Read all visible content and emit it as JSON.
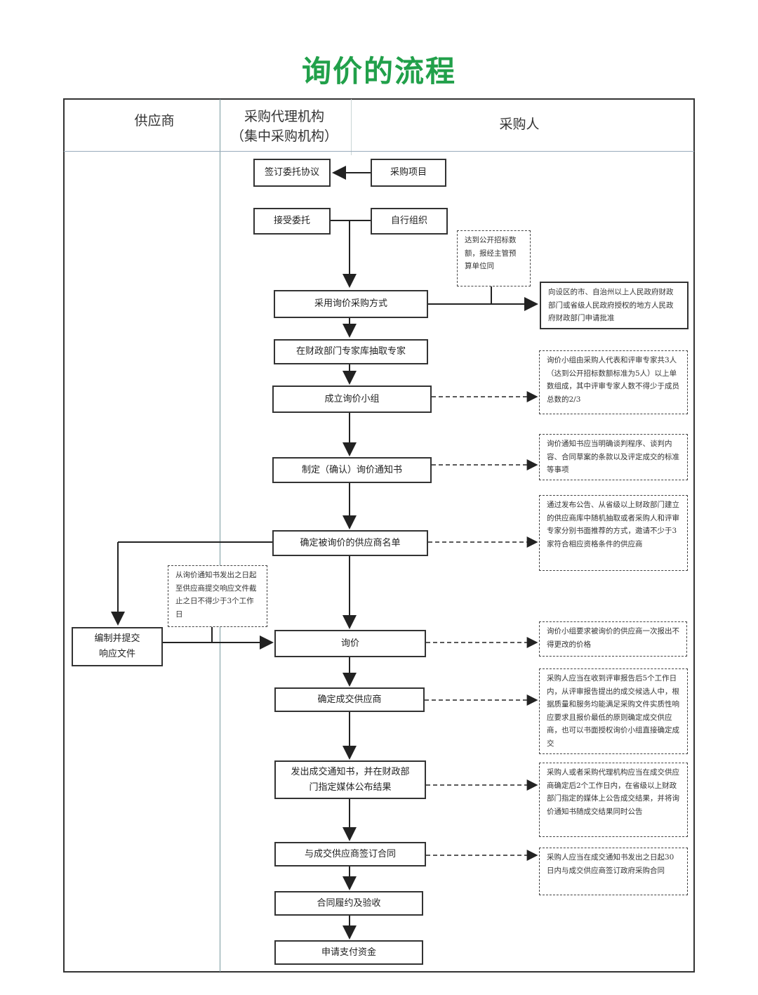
{
  "title": "询价的流程",
  "lanes": {
    "supplier": "供应商",
    "agency_line1": "采购代理机构",
    "agency_line2": "（集中采购机构）",
    "purchaser": "采购人"
  },
  "boxes": {
    "sign_agreement": "签订委托协议",
    "purchase_project": "采购项目",
    "accept_commission": "接受委托",
    "self_organize": "自行组织",
    "adopt_inquiry": "采用询价采购方式",
    "draw_experts": "在财政部门专家库抽取专家",
    "form_panel": "成立询价小组",
    "make_notice": "制定（确认）询价通知书",
    "supplier_list": "确定被询价的供应商名单",
    "prepare_docs_line1": "编制并提交",
    "prepare_docs_line2": "响应文件",
    "inquiry": "询价",
    "determine_winner": "确定成交供应商",
    "issue_notice_line1": "发出成交通知书，并在财政部",
    "issue_notice_line2": "门指定媒体公布结果",
    "sign_contract": "与成交供应商签订合同",
    "acceptance": "合同履约及验收",
    "apply_payment": "申请支付资金"
  },
  "notes": {
    "threshold": "达到公开招标数额，报经主管预算单位同",
    "approval": "向设区的市、自治州以上人民政府财政部门或省级人民政府授权的地方人民政府财政部门申请批准",
    "panel_rule": "询价小组由采购人代表和评审专家共3人（达到公开招标数额标准为5人）以上单数组成，其中评审专家人数不得少于成员总数的2/3",
    "notice_rule": "询价通知书应当明确谈判程序、谈判内容、合同草案的条款以及评定成交的标准等事项",
    "supplier_rule": "通过发布公告、从省级以上财政部门建立的供应商库中随机抽取或者采购人和评审专家分别书面推荐的方式，邀请不少于3家符合相应资格条件的供应商",
    "deadline_rule": "从询价通知书发出之日起至供应商提交响应文件截止之日不得少于3个工作日",
    "quote_rule": "询价小组要求被询价的供应商一次报出不得更改的价格",
    "winner_rule": "采购人应当在收到评审报告后5个工作日内，从评审报告提出的成交候选人中，根据质量和服务均能满足采购文件实质性响应要求且报价最低的原则确定成交供应商，也可以书面授权询价小组直接确定成交",
    "publish_rule": "采购人或者采购代理机构应当在成交供应商确定后2个工作日内，在省级以上财政部门指定的媒体上公告成交结果，并将询价通知书随成交结果同时公告",
    "contract_rule": "采购人应当在成交通知书发出之日起30日内与成交供应商签订政府采购合同"
  },
  "colors": {
    "title": "#21a04a",
    "line": "#333333",
    "lane_divider": "#7a9a9e"
  }
}
